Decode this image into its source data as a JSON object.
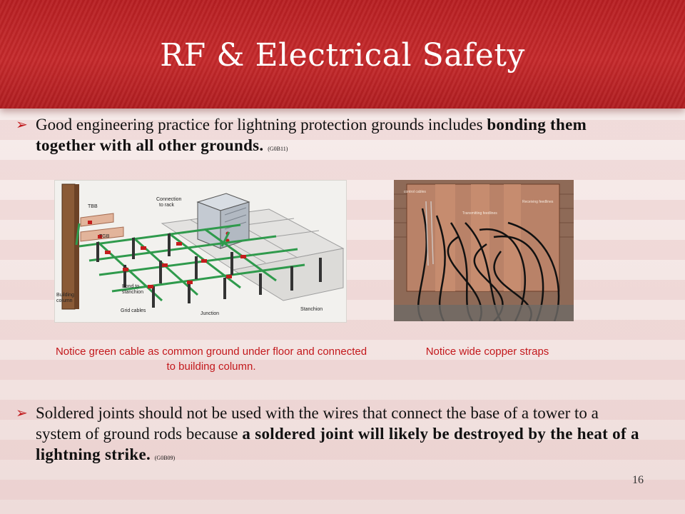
{
  "slide": {
    "title": "RF & Electrical Safety",
    "page_number": "16"
  },
  "bullets": [
    {
      "text": "Good engineering practice for lightning protection grounds includes ",
      "bold": "bonding them together with all other grounds.",
      "ref": "(G0B11)"
    },
    {
      "text": "Soldered joints should not be used with the wires that connect the base of a tower to a system of ground rods because ",
      "bold": "a soldered joint will likely be destroyed by the heat of a lightning strike.",
      "ref": "(G0B09)"
    }
  ],
  "diagram": {
    "labels": {
      "tbb": "TBB",
      "tgb": "TGB",
      "connection": "Connection",
      "to_rack": "to rack",
      "building": "Building",
      "column": "column",
      "bond_to": "Bond to",
      "stanchion": "stanchion",
      "grid_cables": "Grid cables",
      "junction": "Junction",
      "stanchion_right": "Stanchion"
    }
  },
  "photo": {
    "labels": {
      "control_cables": "control cables",
      "receiving": "Receiving feedlines",
      "transmitting": "Transmitting feedlines"
    }
  },
  "captions": {
    "left": "Notice green cable as common ground under floor and connected to building column.",
    "right": "Notice wide copper straps"
  },
  "colors": {
    "header_red": "#c5292b",
    "caption_red": "#c3181c",
    "grid_green": "#2f9a4c"
  }
}
